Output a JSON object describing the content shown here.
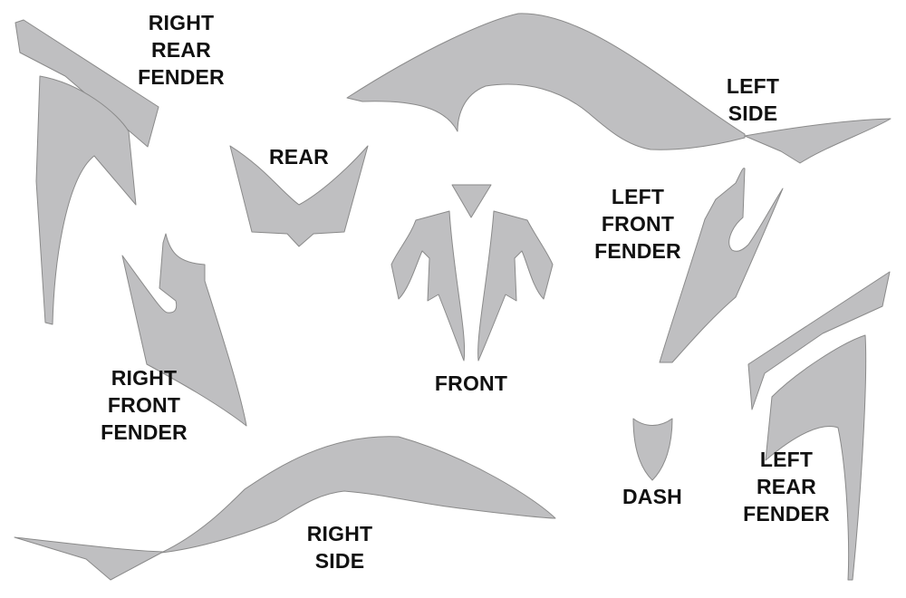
{
  "colors": {
    "piece_fill": "#bfbfc1",
    "label_text": "#111111",
    "background": "#ffffff"
  },
  "labels": {
    "right_rear_fender": [
      "RIGHT",
      "REAR",
      "FENDER"
    ],
    "rear": [
      "REAR"
    ],
    "left_side": [
      "LEFT",
      "SIDE"
    ],
    "left_front_fender": [
      "LEFT",
      "FRONT",
      "FENDER"
    ],
    "front": [
      "FRONT"
    ],
    "right_front_fender": [
      "RIGHT",
      "FRONT",
      "FENDER"
    ],
    "dash": [
      "DASH"
    ],
    "left_rear_fender": [
      "LEFT",
      "REAR",
      "FENDER"
    ],
    "right_side": [
      "RIGHT",
      "SIDE"
    ]
  }
}
